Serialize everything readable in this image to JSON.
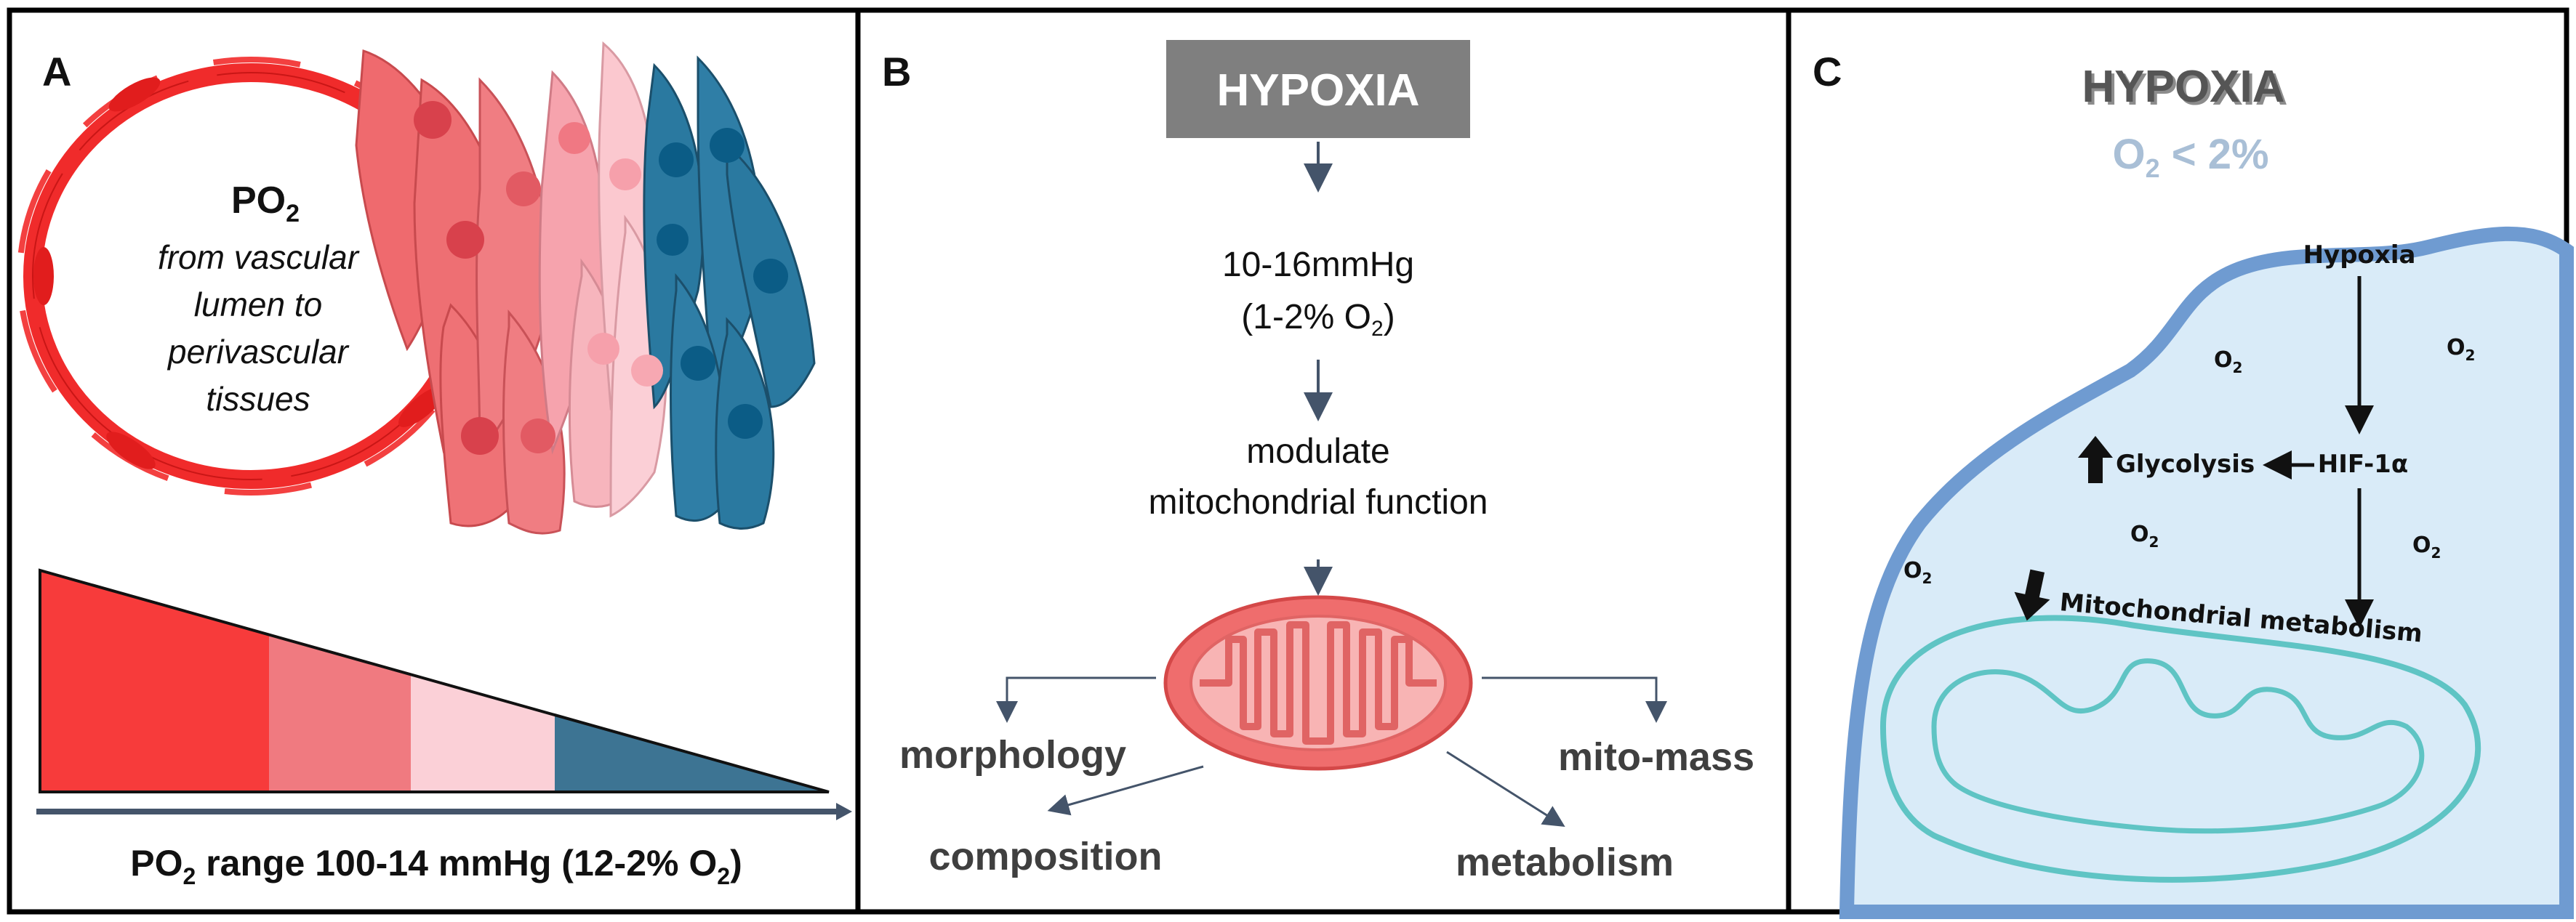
{
  "panels": {
    "a": {
      "letter": "A",
      "po2_label": "PO",
      "po2_sub": "2",
      "desc_lines": [
        "from vascular",
        "lumen to",
        "perivascular",
        "tissues"
      ],
      "range_pre": "PO",
      "range_sub1": "2",
      "range_mid": " range 100-14 mmHg (12-2% O",
      "range_sub2": "2",
      "range_post": ")",
      "gradient_colors": [
        "#f73b3b",
        "#f07a80",
        "#fbd0d7",
        "#3d7493"
      ]
    },
    "b": {
      "letter": "B",
      "hypoxia": "HYPOXIA",
      "mmhg": "10-16mmHg",
      "o2_pre": "(1-2% O",
      "o2_sub": "2",
      "o2_post": ")",
      "modulate_lines": [
        "modulate",
        "mitochondrial function"
      ],
      "outcomes": {
        "morphology": "morphology",
        "composition": "composition",
        "mito_mass": "mito-mass",
        "metabolism": "metabolism"
      }
    },
    "c": {
      "letter": "C",
      "hypoxia": "HYPOXIA",
      "o2_pre": "O",
      "o2_sub": "2",
      "o2_post": " < 2%",
      "hypoxia_label": "Hypoxia",
      "hif": "HIF-1α",
      "glycolysis": "Glycolysis",
      "mito_metab": "Mitochondrial metabolism",
      "o2": "O",
      "o2_sub_small": "2"
    }
  }
}
